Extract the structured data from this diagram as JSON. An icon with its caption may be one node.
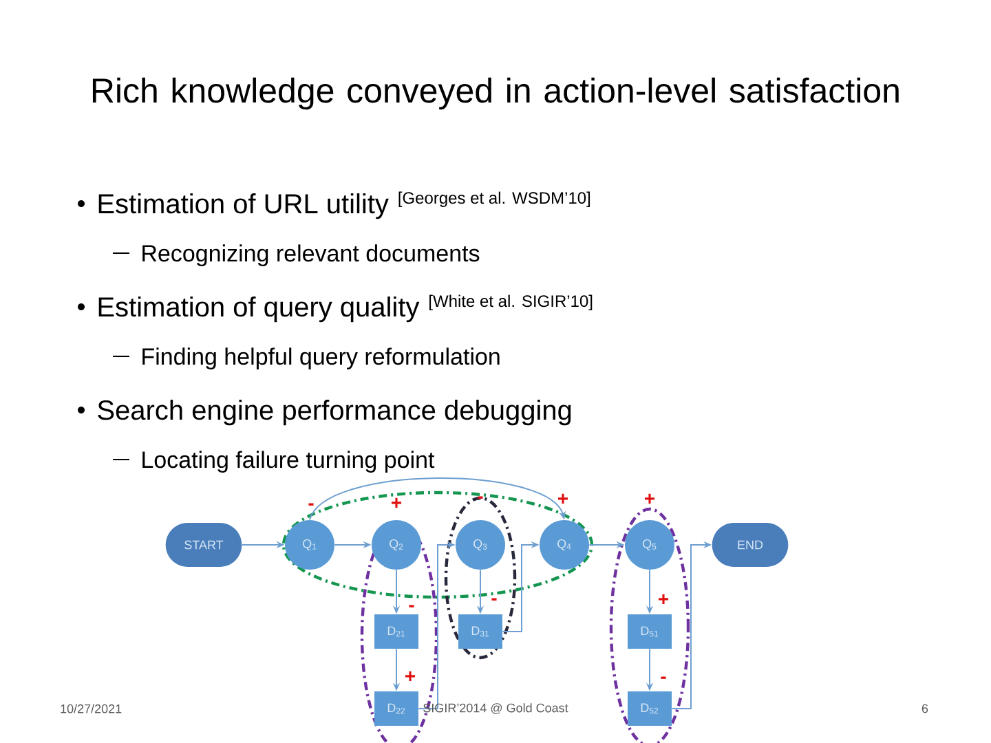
{
  "diagram": {
    "title": "Rich knowledge conveyed in action-level satisfaction",
    "nodes": [
      {
        "text": [
          "START"
        ]
      },
      {
        "text": [
          "Q$_{1}$"
        ],
        "beside": [
          "-"
        ]
      },
      {
        "text": [
          "Q$_{2}$"
        ],
        "beside": [
          "+"
        ]
      },
      {
        "text": [
          "Q$_{3}$"
        ],
        "beside": [
          "-"
        ]
      },
      {
        "text": [
          "Q$_{4}$"
        ],
        "beside": [
          "+"
        ]
      },
      {
        "text": [
          "Q$_{5}$"
        ],
        "beside": [
          "+"
        ]
      },
      {
        "text": [
          "END"
        ]
      },
      {
        "text": [
          "D$_{21}$"
        ]
      },
      {
        "text": [
          "D$_{22}$"
        ]
      },
      {
        "text": [
          "D$_{31}$"
        ]
      },
      {
        "text": [
          "D$_{51}$"
        ]
      },
      {
        "text": [
          "D$_{52}$"
        ]
      }
    ],
    "edges": [
      {
        "from": 0,
        "to": 1,
        "arrow": "to"
      },
      {
        "from": 1,
        "to": 2,
        "arrow": "to"
      },
      {
        "from": 2,
        "to": 7,
        "arrow": "to",
        "label": "-"
      },
      {
        "from": 7,
        "to": 8,
        "arrow": "to",
        "label": "+"
      },
      {
        "from": 8,
        "to": 3,
        "arrow": "to"
      },
      {
        "from": 3,
        "to": 9,
        "arrow": "to",
        "label": "-"
      },
      {
        "from": 9,
        "to": 4,
        "arrow": "to"
      },
      {
        "from": 1,
        "to": 4,
        "arrow": "to"
      },
      {
        "from": 4,
        "to": 5,
        "arrow": "to"
      },
      {
        "from": 5,
        "to": 10,
        "arrow": "to",
        "label": "+"
      },
      {
        "from": 10,
        "to": 11,
        "arrow": "to",
        "label": "-"
      },
      {
        "from": 11,
        "to": 6,
        "arrow": "to"
      }
    ],
    "labels": [
      "Estimation of URL utility",
      "[Georges et al. WSDM’10]",
      "Recognizing relevant documents",
      "Estimation of query quality",
      "[White et al. SIGIR’10]",
      "Finding helpful query reformulation",
      "Search engine performance debugging",
      "Locating failure turning point",
      "10/27/2021",
      "SIGIR’2014 @ Gold Coast",
      "6"
    ]
  }
}
